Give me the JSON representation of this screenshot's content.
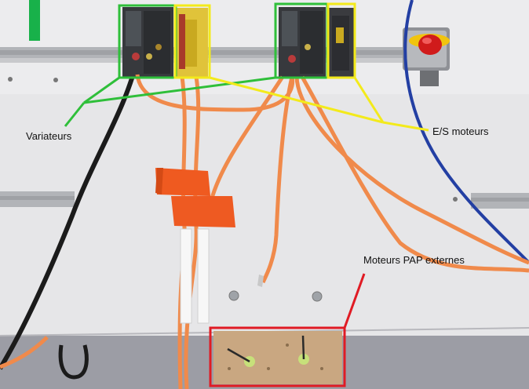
{
  "annotations": {
    "variateurs": "Variateurs",
    "es_moteurs": "E/S moteurs",
    "moteurs_pap": "Moteurs PAP externes"
  },
  "colors": {
    "wall": "#e9e9ea",
    "floor": "#9c9da5",
    "green_box": "#2fbf3a",
    "yellow_box": "#f3ea1b",
    "red_box": "#e01b24",
    "orange_cable": "#f08a4b",
    "blue_cable": "#233fa3"
  },
  "icons": {
    "emergency_stop": "red-mushroom-stop-button",
    "drives": "servo-drive-module",
    "io_modules": "yellow-io-module",
    "motors": "stepper-motor-plate"
  }
}
